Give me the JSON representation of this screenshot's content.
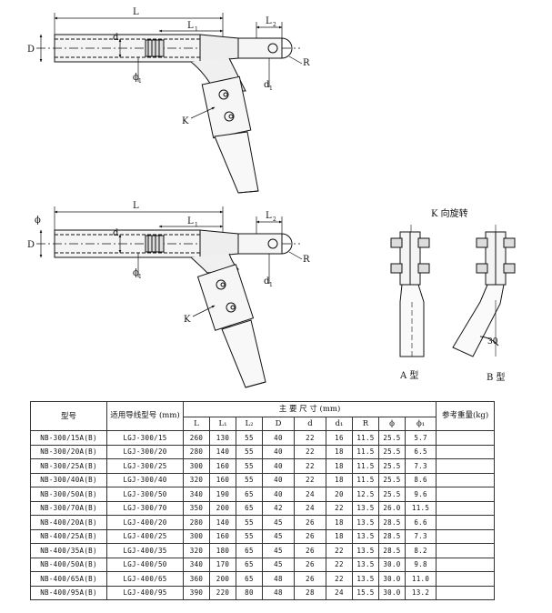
{
  "drawing": {
    "top_view": {
      "L": "L",
      "L1": "L",
      "L1_sub": "1",
      "L2": "L",
      "L2_sub": "2",
      "D": "D",
      "d": "d",
      "phi1": "ϕ",
      "phi1_sub": "1",
      "R": "R",
      "d1": "d",
      "d1_sub": "1",
      "K": "K"
    },
    "bottom_view": {
      "L": "L",
      "L1": "L",
      "L1_sub": "1",
      "L2": "L",
      "L2_sub": "2",
      "D": "D",
      "d": "d",
      "phi": "ϕ",
      "phi1": "ϕ",
      "phi1_sub": "1",
      "R": "R",
      "d1": "d",
      "d1_sub": "1",
      "K": "K"
    },
    "k_view": {
      "title": "K 向旋转",
      "type_a": "A 型",
      "type_b": "B 型",
      "angle": "30"
    }
  },
  "table": {
    "headers": {
      "model": "型号",
      "conductor": "适用导线型号 (mm)",
      "main_dims": "主 要 尺 寸 (mm)",
      "weight": "参考重量(kg)",
      "sub": [
        "L",
        "L₁",
        "L₂",
        "D",
        "d",
        "d₁",
        "R",
        "ϕ",
        "ϕ₁"
      ]
    },
    "rows": [
      {
        "model": "NB-300/15A(B)",
        "conductor": "LGJ-300/15",
        "vals": [
          "260",
          "130",
          "55",
          "40",
          "22",
          "16",
          "11.5",
          "25.5",
          "5.7"
        ]
      },
      {
        "model": "NB-300/20A(B)",
        "conductor": "LGJ-300/20",
        "vals": [
          "280",
          "140",
          "55",
          "40",
          "22",
          "18",
          "11.5",
          "25.5",
          "6.5"
        ]
      },
      {
        "model": "NB-300/25A(B)",
        "conductor": "LGJ-300/25",
        "vals": [
          "300",
          "160",
          "55",
          "40",
          "22",
          "18",
          "11.5",
          "25.5",
          "7.3"
        ]
      },
      {
        "model": "NB-300/40A(B)",
        "conductor": "LGJ-300/40",
        "vals": [
          "320",
          "160",
          "55",
          "40",
          "22",
          "18",
          "11.5",
          "25.5",
          "8.6"
        ]
      },
      {
        "model": "NB-300/50A(B)",
        "conductor": "LGJ-300/50",
        "vals": [
          "340",
          "190",
          "65",
          "40",
          "24",
          "20",
          "12.5",
          "25.5",
          "9.6"
        ]
      },
      {
        "model": "NB-300/70A(B)",
        "conductor": "LGJ-300/70",
        "vals": [
          "350",
          "200",
          "65",
          "42",
          "24",
          "22",
          "13.5",
          "26.0",
          "11.5"
        ]
      },
      {
        "model": "NB-400/20A(B)",
        "conductor": "LGJ-400/20",
        "vals": [
          "280",
          "140",
          "55",
          "45",
          "26",
          "18",
          "13.5",
          "28.5",
          "6.6"
        ]
      },
      {
        "model": "NB-400/25A(B)",
        "conductor": "LGJ-400/25",
        "vals": [
          "300",
          "160",
          "55",
          "45",
          "26",
          "18",
          "13.5",
          "28.5",
          "7.3"
        ]
      },
      {
        "model": "NB-400/35A(B)",
        "conductor": "LGJ-400/35",
        "vals": [
          "320",
          "180",
          "65",
          "45",
          "26",
          "22",
          "13.5",
          "28.5",
          "8.2"
        ]
      },
      {
        "model": "NB-400/50A(B)",
        "conductor": "LGJ-400/50",
        "vals": [
          "340",
          "170",
          "65",
          "45",
          "26",
          "22",
          "13.5",
          "30.0",
          "9.8"
        ]
      },
      {
        "model": "NB-400/65A(B)",
        "conductor": "LGJ-400/65",
        "vals": [
          "360",
          "200",
          "65",
          "48",
          "26",
          "22",
          "13.5",
          "30.0",
          "11.0"
        ]
      },
      {
        "model": "NB-400/95A(B)",
        "conductor": "LGJ-400/95",
        "vals": [
          "390",
          "220",
          "80",
          "48",
          "28",
          "24",
          "15.5",
          "30.0",
          "13.2"
        ]
      }
    ]
  }
}
